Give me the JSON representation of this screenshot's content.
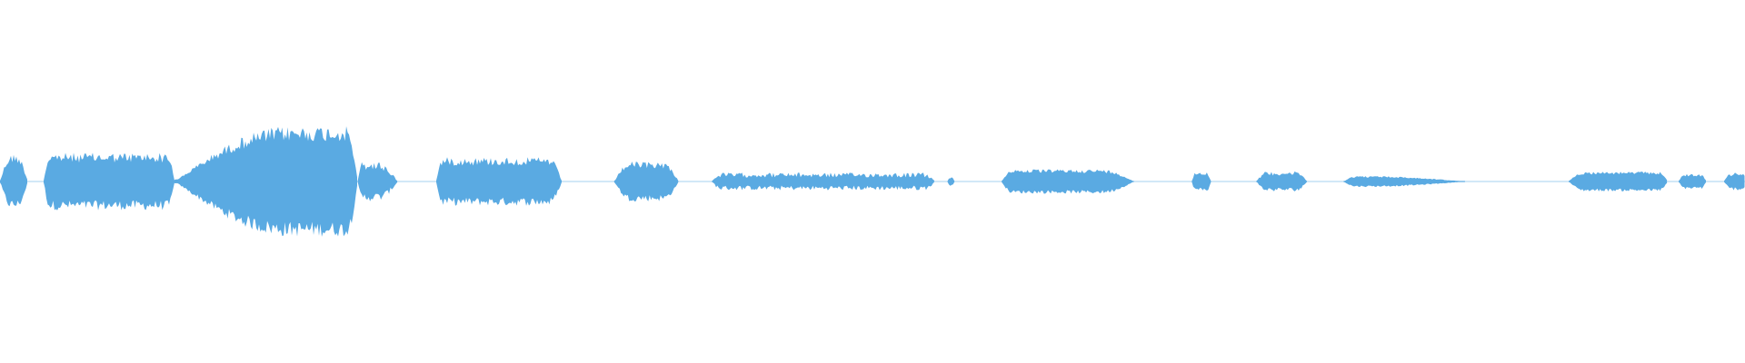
{
  "waveform": {
    "color": "#5aaae2",
    "background": "#ffffff",
    "segments": [
      {
        "start": 0.0,
        "end": 0.016,
        "peak": 0.25,
        "attack": 0.4,
        "release": 0.4,
        "fuzz": 0.35
      },
      {
        "start": 0.025,
        "end": 0.1,
        "peak": 0.26,
        "attack": 0.05,
        "release": 0.05,
        "fuzz": 0.35
      },
      {
        "start": 0.1,
        "end": 0.205,
        "peak": 0.5,
        "attack": 0.62,
        "release": 0.06,
        "fuzz": 0.28
      },
      {
        "start": 0.205,
        "end": 0.228,
        "peak": 0.18,
        "attack": 0.1,
        "release": 0.5,
        "fuzz": 0.45
      },
      {
        "start": 0.25,
        "end": 0.322,
        "peak": 0.22,
        "attack": 0.05,
        "release": 0.1,
        "fuzz": 0.35
      },
      {
        "start": 0.352,
        "end": 0.389,
        "peak": 0.18,
        "attack": 0.25,
        "release": 0.25,
        "fuzz": 0.35
      },
      {
        "start": 0.408,
        "end": 0.536,
        "peak": 0.08,
        "attack": 0.04,
        "release": 0.05,
        "fuzz": 0.55
      },
      {
        "start": 0.543,
        "end": 0.547,
        "peak": 0.04,
        "attack": 0.3,
        "release": 0.3,
        "fuzz": 0.4
      },
      {
        "start": 0.574,
        "end": 0.65,
        "peak": 0.11,
        "attack": 0.08,
        "release": 0.25,
        "fuzz": 0.3
      },
      {
        "start": 0.683,
        "end": 0.694,
        "peak": 0.09,
        "attack": 0.2,
        "release": 0.2,
        "fuzz": 0.4
      },
      {
        "start": 0.72,
        "end": 0.749,
        "peak": 0.09,
        "attack": 0.2,
        "release": 0.2,
        "fuzz": 0.4
      },
      {
        "start": 0.77,
        "end": 0.84,
        "peak": 0.05,
        "attack": 0.1,
        "release": 0.8,
        "fuzz": 0.3
      },
      {
        "start": 0.899,
        "end": 0.956,
        "peak": 0.09,
        "attack": 0.15,
        "release": 0.1,
        "fuzz": 0.3
      },
      {
        "start": 0.962,
        "end": 0.978,
        "peak": 0.07,
        "attack": 0.2,
        "release": 0.2,
        "fuzz": 0.4
      },
      {
        "start": 0.988,
        "end": 1.0,
        "peak": 0.08,
        "attack": 0.35,
        "release": 0.05,
        "fuzz": 0.4
      }
    ]
  }
}
